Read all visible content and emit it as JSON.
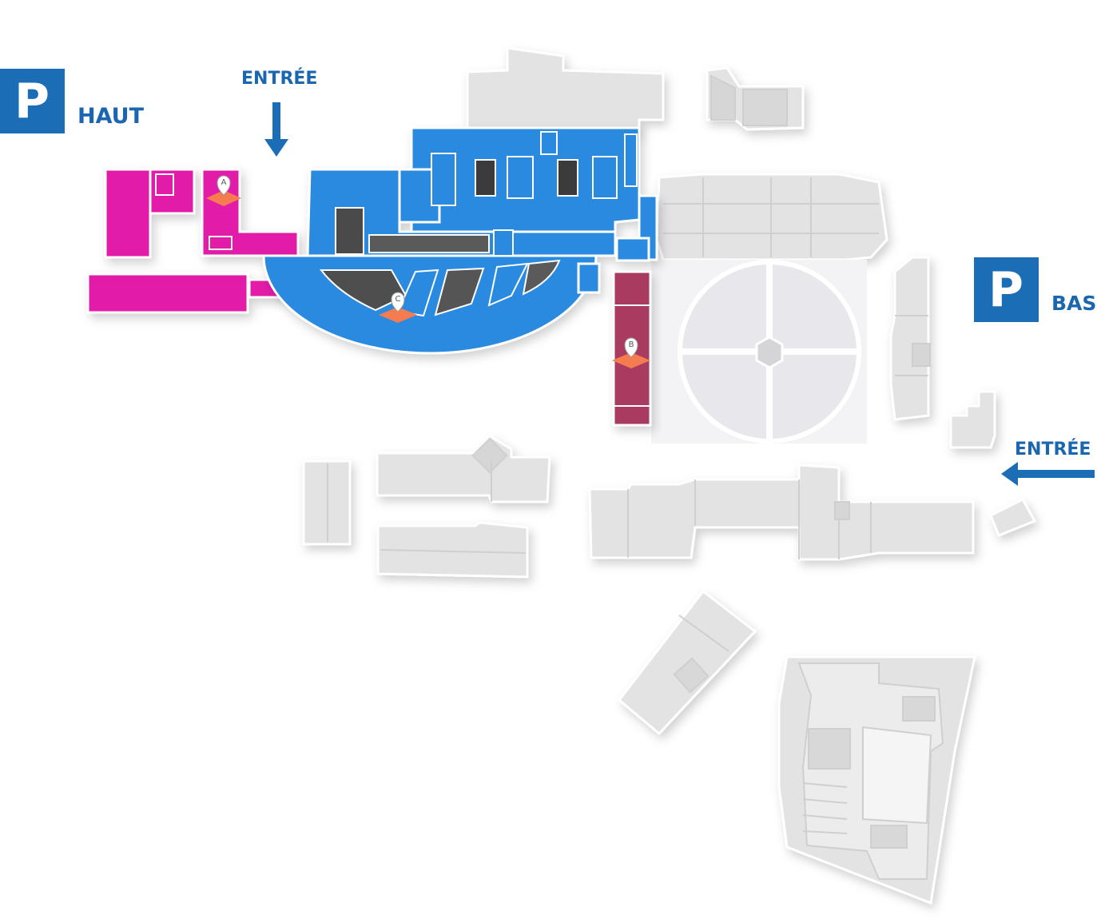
{
  "parking": {
    "top": {
      "symbol": "P",
      "label": "HAUT"
    },
    "bottom": {
      "symbol": "P",
      "label": "BAS"
    }
  },
  "entrances": {
    "top": {
      "label": "ENTRÉE"
    },
    "right": {
      "label": "ENTRÉE"
    }
  },
  "markers": [
    {
      "letter": "A"
    },
    {
      "letter": "B"
    },
    {
      "letter": "C"
    }
  ],
  "colors": {
    "brand_blue": "#1b6db5",
    "zone_pink": "#e21fa9",
    "zone_blue": "#2a8ae0",
    "zone_maroon": "#a83b5e",
    "marker_orange": "#f47c50",
    "building_grey": "#e3e3e3"
  }
}
